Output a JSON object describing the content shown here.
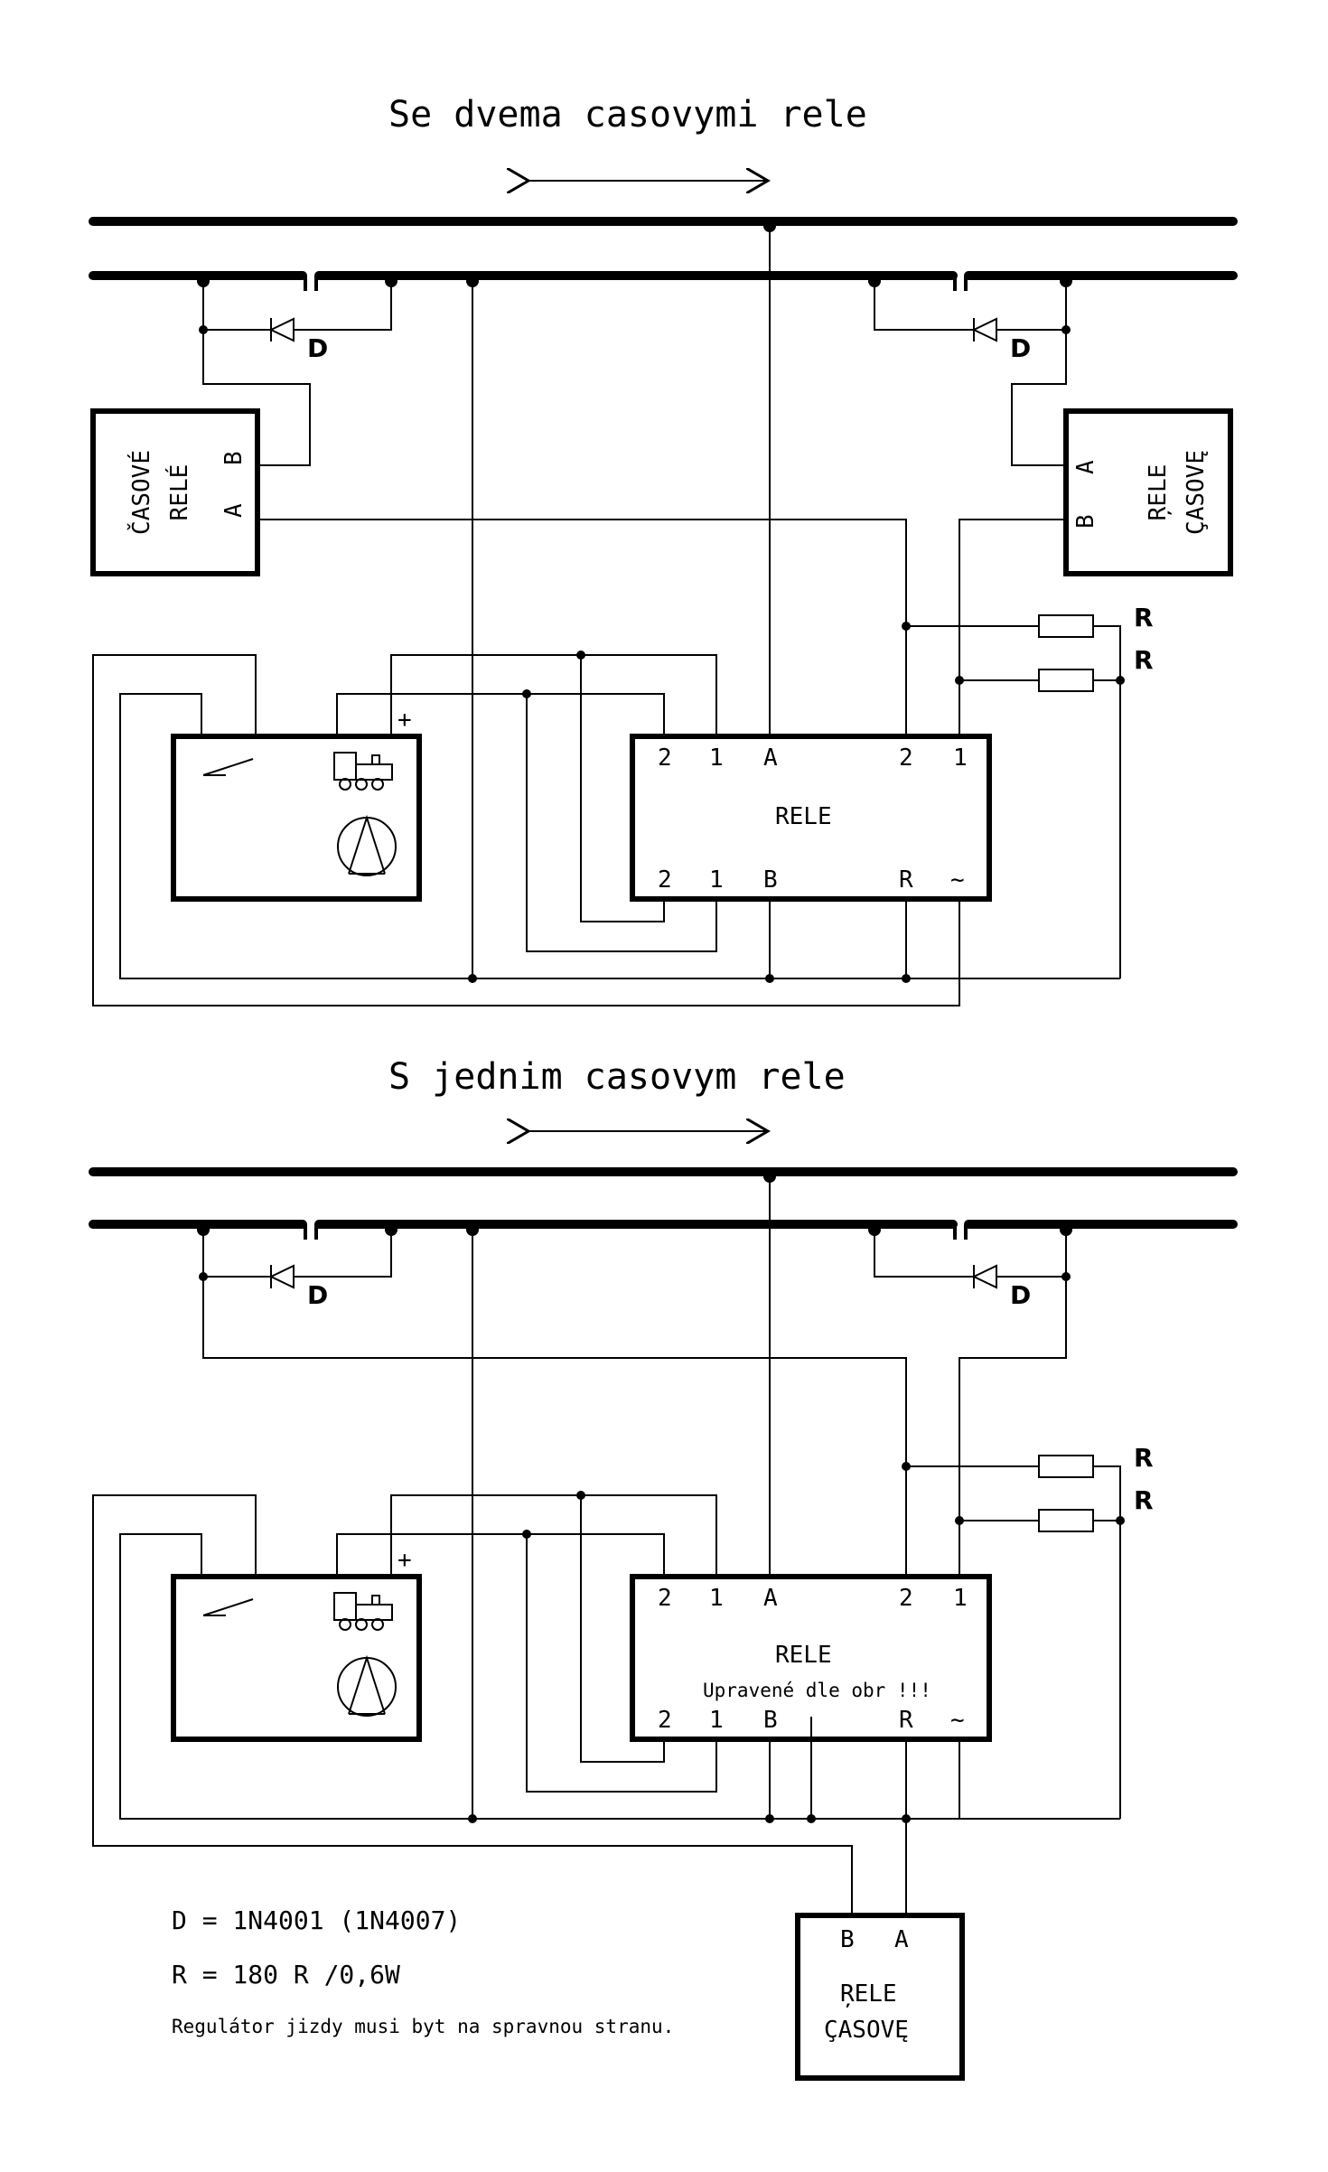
{
  "diagram1": {
    "title": "Se dvema casovymi rele",
    "diode_label": "D",
    "resistor_label": "R",
    "left_timer_label_1": "ČASOVÉ",
    "left_timer_label_2": "RELÉ",
    "left_timer_pin_a": "A",
    "left_timer_pin_b": "B",
    "right_timer_label_1": "ŖELE",
    "right_timer_label_2": "ÇASOVĘ",
    "right_timer_pin_a": "A",
    "right_timer_pin_b": "B",
    "plus": "+",
    "relay_label": "RELE",
    "relay_top_pins": [
      "2",
      "1",
      "A",
      "2",
      "1"
    ],
    "relay_bottom_pins": [
      "2",
      "1",
      "B",
      "R",
      "~"
    ]
  },
  "diagram2": {
    "title": "S jednim casovym rele",
    "diode_label": "D",
    "resistor_label": "R",
    "plus": "+",
    "relay_label": "RELE",
    "relay_note": "Upravené dle obr  !!!",
    "relay_top_pins": [
      "2",
      "1",
      "A",
      "2",
      "1"
    ],
    "relay_bottom_pins": [
      "2",
      "1",
      "B",
      "R",
      "~"
    ],
    "timer_pin_b": "B",
    "timer_pin_a": "A",
    "timer_label_1": "ŖELE",
    "timer_label_2": "ÇASOVĘ"
  },
  "notes": {
    "diode": "D = 1N4001 (1N4007)",
    "resistor": "R = 180 R /0,6W",
    "regulator": "Regulátor jizdy musi byt na spravnou  stranu."
  }
}
